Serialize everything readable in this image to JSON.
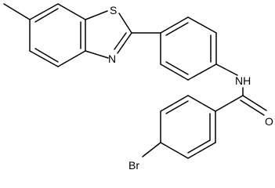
{
  "molecule": {
    "atom_labels": {
      "S": "S",
      "N_thiazole": "N",
      "NH": "NH",
      "O": "O",
      "Br": "Br"
    },
    "colors": {
      "bond": "#000000",
      "background": "#ffffff"
    }
  }
}
